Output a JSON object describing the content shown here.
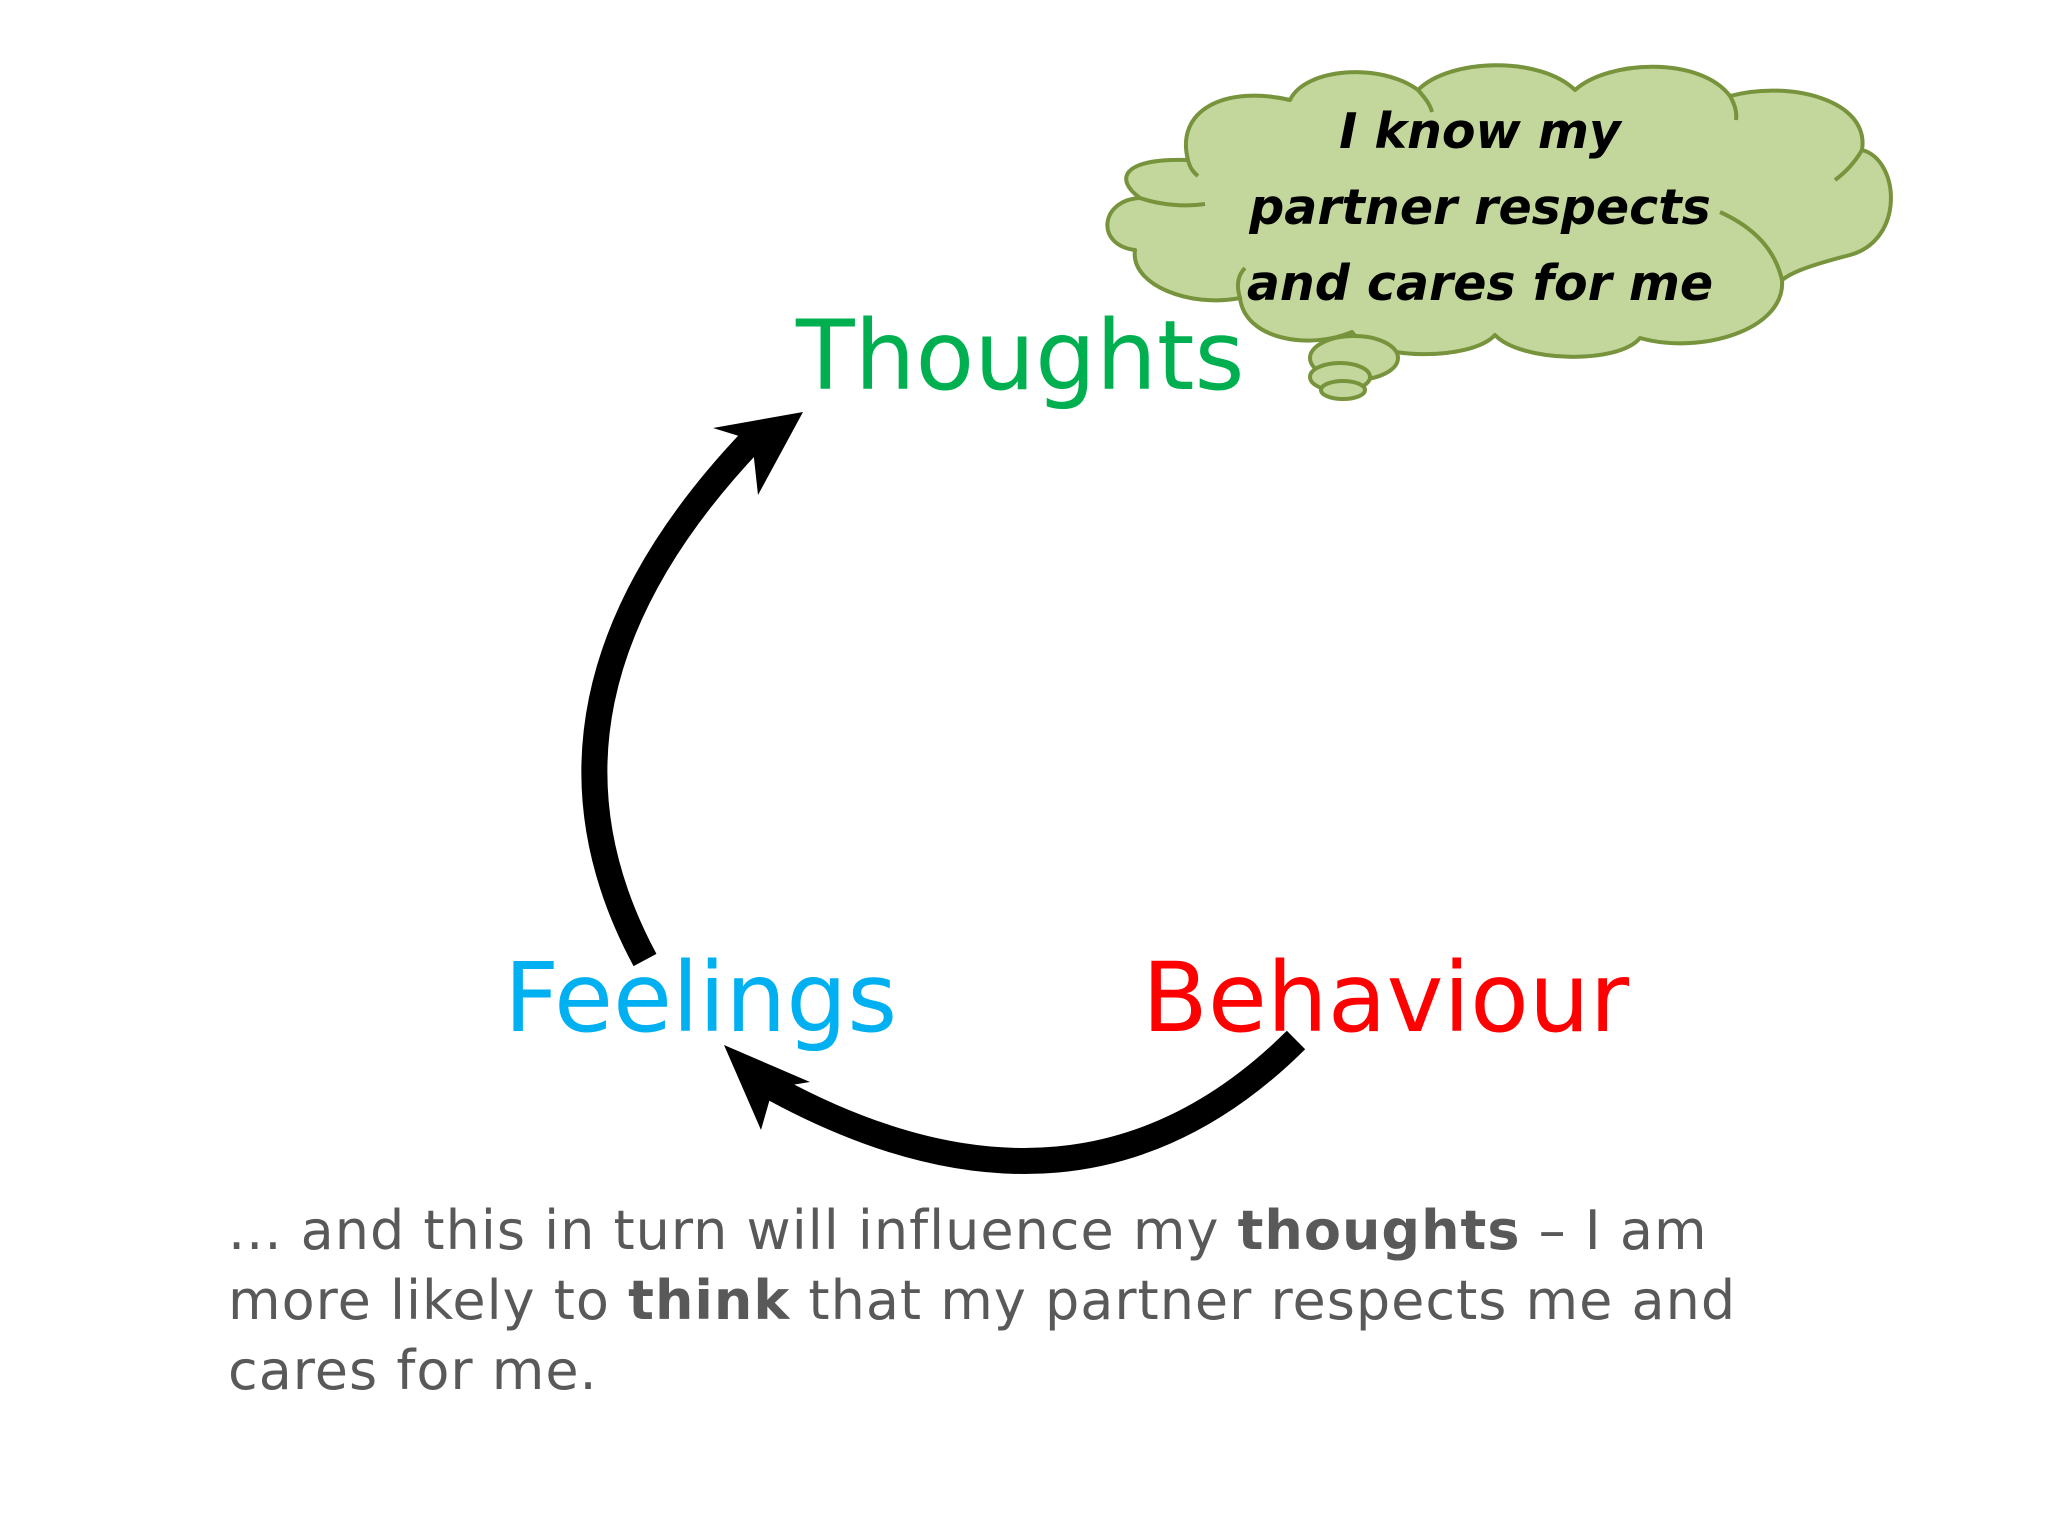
{
  "colors": {
    "thoughts": "#00B050",
    "feelings": "#00B0F0",
    "behaviour": "#FF0000",
    "cloud_fill": "#C3D69B",
    "cloud_stroke": "#77933C",
    "arrow": "#000000",
    "caption_text": "#595959"
  },
  "diagram": {
    "nodes": {
      "thoughts": "Thoughts",
      "feelings": "Feelings",
      "behaviour": "Behaviour"
    },
    "arrows": [
      {
        "from": "behaviour",
        "to": "feelings"
      },
      {
        "from": "feelings",
        "to": "thoughts"
      }
    ],
    "thought_bubble": {
      "lines": [
        "I know my",
        "partner respects",
        "and cares for me"
      ]
    }
  },
  "caption": {
    "part1": "... and this in turn will influence my ",
    "bold1": "thoughts",
    "part2": " – I am more likely to ",
    "bold2": "think",
    "part3": " that my partner respects me and cares for me."
  }
}
